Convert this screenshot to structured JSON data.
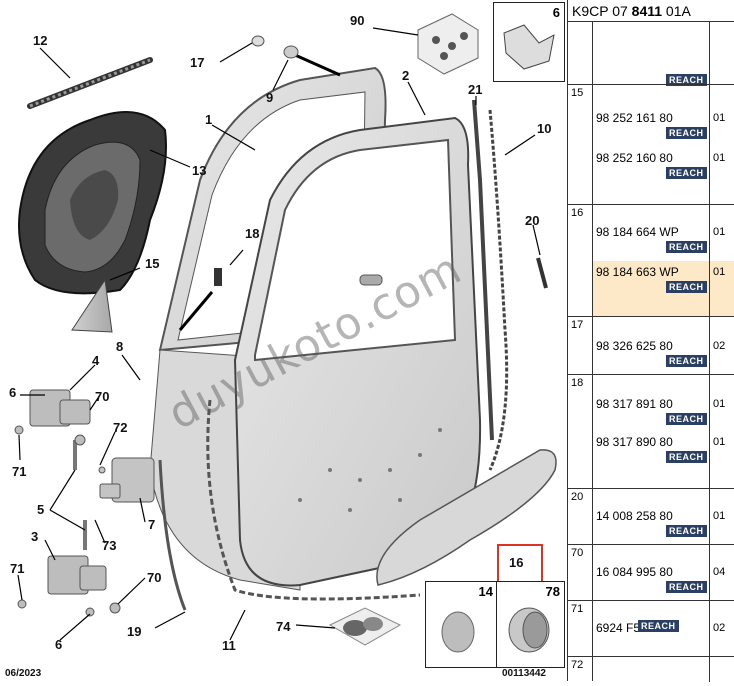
{
  "diagram": {
    "callouts": [
      "90",
      "6",
      "12",
      "17",
      "9",
      "2",
      "1",
      "21",
      "10",
      "13",
      "18",
      "20",
      "15",
      "16",
      "8",
      "4",
      "6",
      "70",
      "72",
      "71",
      "5",
      "7",
      "73",
      "3",
      "71",
      "70",
      "6",
      "19",
      "11",
      "74",
      "14",
      "78"
    ],
    "footer_date": "06/2023",
    "footer_ref": "00113442",
    "watermark": "duyukoto.com",
    "highlighted_callout": "16",
    "highlight_color": "#dd3322"
  },
  "table": {
    "header_prefix": "K9CP 07 ",
    "header_bold": "8411",
    "header_suffix": " 01A",
    "reach_label": "REACH",
    "reach_color": "#2b3f63",
    "highlight_row_color": "#fde8c8",
    "sections": [
      {
        "index": "15",
        "rows": [
          {
            "part": "98 252 161 80",
            "qty": "01"
          },
          {
            "part": "98 252 160 80",
            "qty": "01"
          }
        ]
      },
      {
        "index": "16",
        "rows": [
          {
            "part": "98 184 664 WP",
            "qty": "01"
          },
          {
            "part": "98 184 663 WP",
            "qty": "01"
          }
        ]
      },
      {
        "index": "17",
        "rows": [
          {
            "part": "98 326 625 80",
            "qty": "02"
          }
        ]
      },
      {
        "index": "18",
        "rows": [
          {
            "part": "98 317 891 80",
            "qty": "01"
          },
          {
            "part": "98 317 890 80",
            "qty": "01"
          }
        ]
      },
      {
        "index": "20",
        "rows": [
          {
            "part": "14 008 258 80",
            "qty": "01"
          }
        ]
      },
      {
        "index": "70",
        "rows": [
          {
            "part": "16 084 995 80",
            "qty": "04"
          }
        ]
      },
      {
        "index": "71",
        "rows": [
          {
            "part": "6924 F5",
            "qty": "02"
          }
        ]
      },
      {
        "index": "72",
        "rows": []
      }
    ]
  }
}
